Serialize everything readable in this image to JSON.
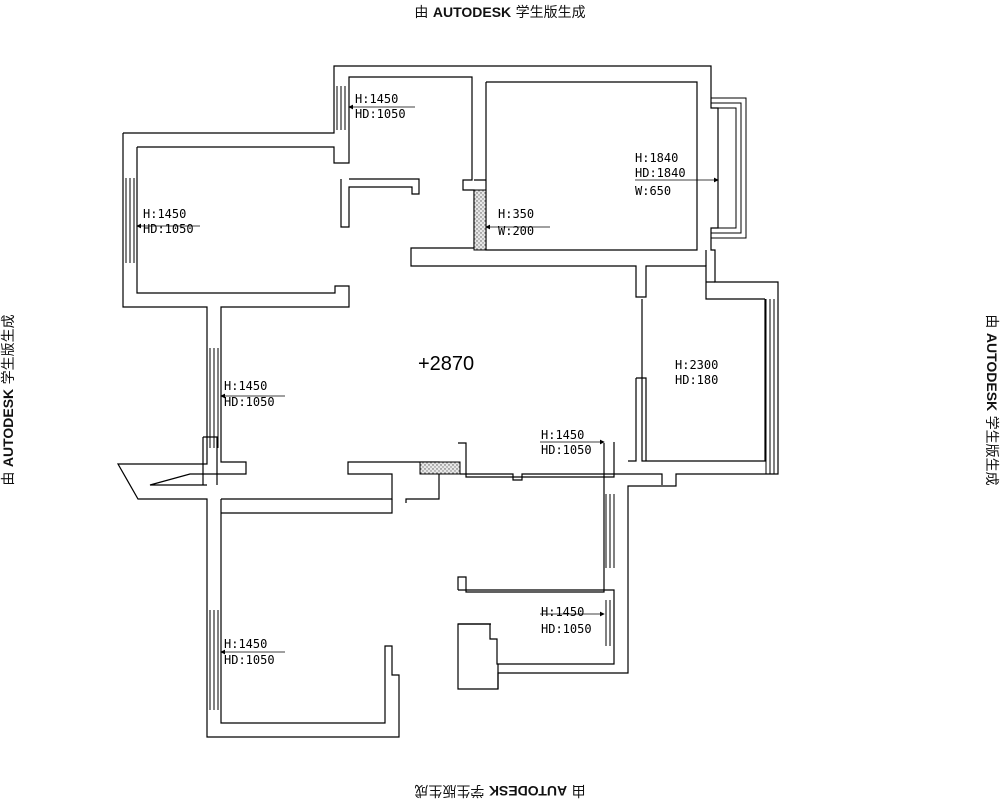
{
  "watermark": {
    "prefix": "由",
    "brand": "AUTODESK",
    "suffix": "学生版生成"
  },
  "plan": {
    "elevation": "+2870",
    "annotations": [
      {
        "id": "nw-room",
        "lines": [
          "H:1450",
          "HD:1050"
        ]
      },
      {
        "id": "north-small",
        "lines": [
          "H:1450",
          "HD:1050"
        ]
      },
      {
        "id": "ne-room-bay",
        "lines": [
          "H:1840",
          "HD:1840",
          "W:650"
        ]
      },
      {
        "id": "wall-niche",
        "lines": [
          "H:350",
          "W:200"
        ]
      },
      {
        "id": "west-hall",
        "lines": [
          "H:1450",
          "HD:1050"
        ]
      },
      {
        "id": "east-balcony",
        "lines": [
          "H:2300",
          "HD:180"
        ]
      },
      {
        "id": "se-room-upper",
        "lines": [
          "H:1450",
          "HD:1050"
        ]
      },
      {
        "id": "se-room-lower",
        "lines": [
          "H:1450",
          "HD:1050"
        ]
      },
      {
        "id": "sw-room",
        "lines": [
          "H:1450",
          "HD:1050"
        ]
      }
    ]
  }
}
